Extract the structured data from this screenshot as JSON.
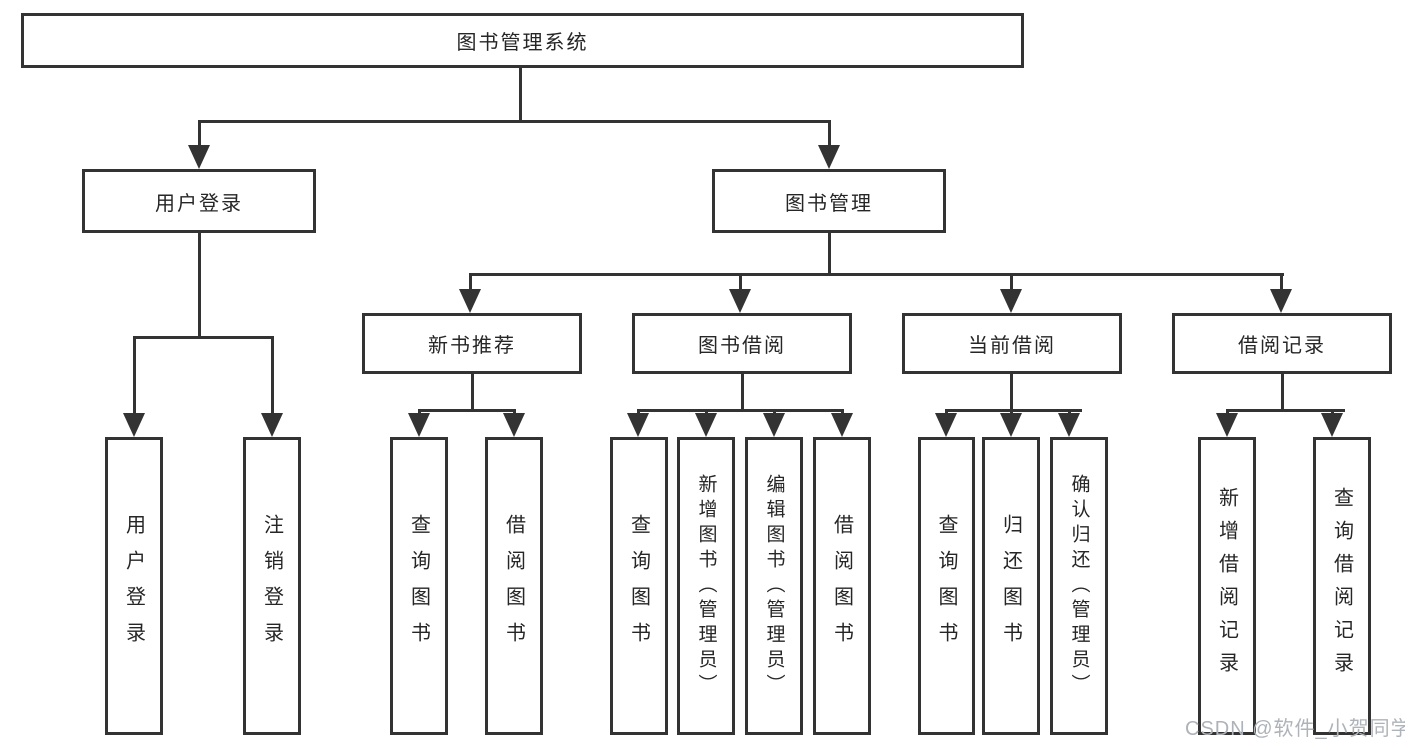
{
  "watermark": "CSDN @软件_小贺同学",
  "colors": {
    "line": "#333333",
    "text": "#262626",
    "watermark": "#aeb3b9",
    "background": "#ffffff"
  },
  "tree": {
    "label": "图书管理系统",
    "children": [
      {
        "label": "用户登录",
        "children": [
          {
            "label": "用户登录"
          },
          {
            "label": "注销登录"
          }
        ]
      },
      {
        "label": "图书管理",
        "children": [
          {
            "label": "新书推荐",
            "children": [
              {
                "label": "查询图书"
              },
              {
                "label": "借阅图书"
              }
            ]
          },
          {
            "label": "图书借阅",
            "children": [
              {
                "label": "查询图书"
              },
              {
                "label": "新增图书（管理员）"
              },
              {
                "label": "编辑图书（管理员）"
              },
              {
                "label": "借阅图书"
              }
            ]
          },
          {
            "label": "当前借阅",
            "children": [
              {
                "label": "查询图书"
              },
              {
                "label": "归还图书"
              },
              {
                "label": "确认归还（管理员）"
              }
            ]
          },
          {
            "label": "借阅记录",
            "children": [
              {
                "label": "新增借阅记录"
              },
              {
                "label": "查询借阅记录"
              }
            ]
          }
        ]
      }
    ]
  }
}
